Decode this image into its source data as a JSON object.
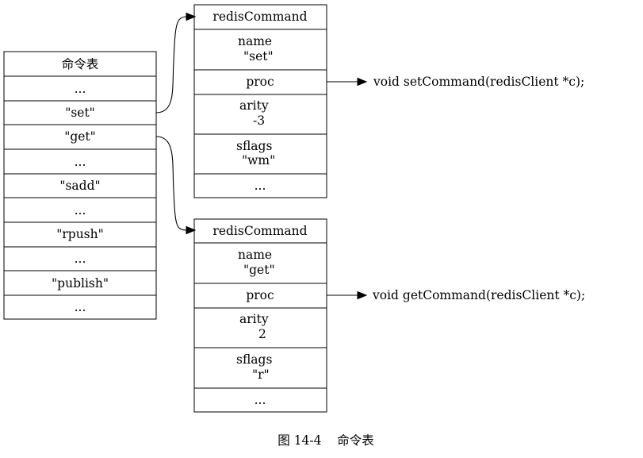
{
  "dict_table": {
    "title": "命令表",
    "keys": [
      "...",
      "\"set\"",
      "\"get\"",
      "...",
      "\"sadd\"",
      "...",
      "\"rpush\"",
      "...",
      "\"publish\"",
      "..."
    ]
  },
  "set_command": {
    "header": "redisCommand",
    "name_label": "name",
    "name_value": "\"set\"",
    "proc_label": "proc",
    "arity_label": "arity",
    "arity_value": "-3",
    "sflags_label": "sflags",
    "sflags_value": "\"wm\"",
    "more": "..."
  },
  "get_command": {
    "header": "redisCommand",
    "name_label": "name",
    "name_value": "\"get\"",
    "proc_label": "proc",
    "arity_label": "arity",
    "arity_value": "2",
    "sflags_label": "sflags",
    "sflags_value": "\"r\"",
    "more": "..."
  },
  "set_proc_target": "void setCommand(redisClient *c);",
  "get_proc_target": "void getCommand(redisClient *c);",
  "caption": "图 14-4    命令表"
}
